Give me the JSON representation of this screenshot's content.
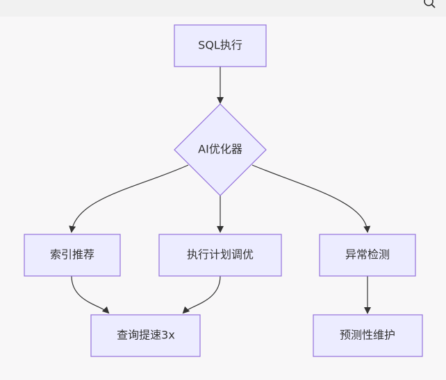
{
  "colors": {
    "node_fill": "#ececff",
    "node_stroke": "#9370db",
    "edge": "#333333",
    "background": "#f8f7f8",
    "topbar": "#f1f1f1"
  },
  "toolbar": {
    "search_icon": "search-icon"
  },
  "diagram": {
    "type": "flowchart",
    "nodes": [
      {
        "id": "sql_exec",
        "label": "SQL执行",
        "shape": "rect"
      },
      {
        "id": "ai_optimizer",
        "label": "AI优化器",
        "shape": "diamond"
      },
      {
        "id": "index_rec",
        "label": "索引推荐",
        "shape": "rect"
      },
      {
        "id": "plan_tuning",
        "label": "执行计划调优",
        "shape": "rect"
      },
      {
        "id": "anomaly",
        "label": "异常检测",
        "shape": "rect"
      },
      {
        "id": "speedup",
        "label": "查询提速3x",
        "shape": "rect"
      },
      {
        "id": "predictive",
        "label": "预测性维护",
        "shape": "rect"
      }
    ],
    "edges": [
      {
        "from": "sql_exec",
        "to": "ai_optimizer"
      },
      {
        "from": "ai_optimizer",
        "to": "index_rec"
      },
      {
        "from": "ai_optimizer",
        "to": "plan_tuning"
      },
      {
        "from": "ai_optimizer",
        "to": "anomaly"
      },
      {
        "from": "index_rec",
        "to": "speedup"
      },
      {
        "from": "plan_tuning",
        "to": "speedup"
      },
      {
        "from": "anomaly",
        "to": "predictive"
      }
    ]
  }
}
